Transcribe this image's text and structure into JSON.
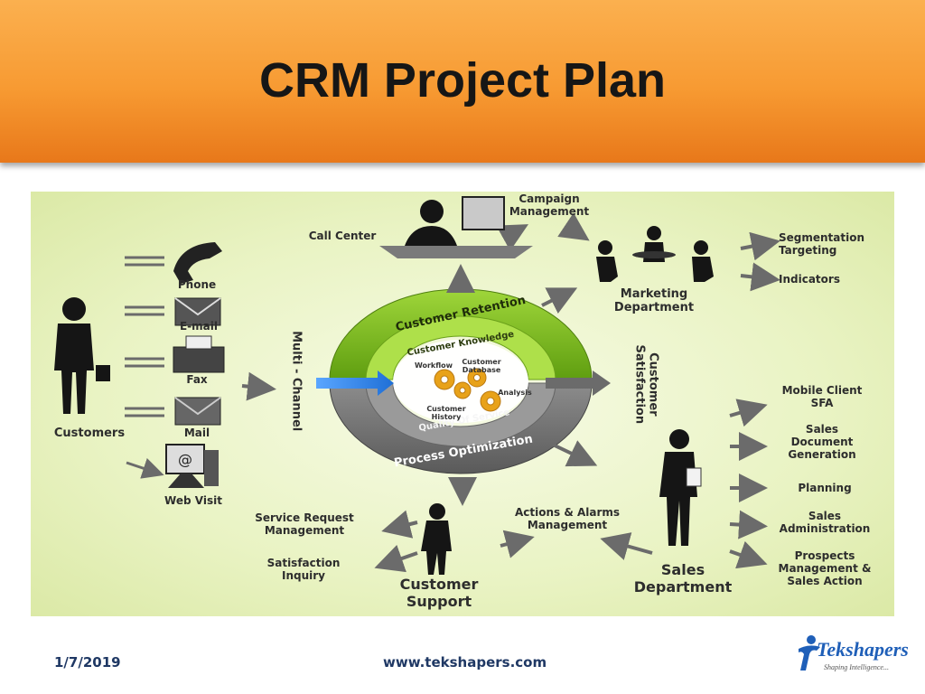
{
  "title": "CRM Project Plan",
  "footer": {
    "date": "1/7/2019",
    "url": "www.tekshapers.com",
    "logo_text": "Tekshapers",
    "logo_tagline": "Shaping Intelligence..."
  },
  "diagram": {
    "channels": {
      "phone": "Phone",
      "email": "E-mail",
      "fax": "Fax",
      "mail": "Mail",
      "web_visit": "Web Visit"
    },
    "customers": "Customers",
    "multi_channel": "Multi - Channel",
    "call_center": "Call Center",
    "campaign_management": [
      "Campaign",
      "Management"
    ],
    "marketing_department": [
      "Marketing",
      "Department"
    ],
    "marketing_outputs": {
      "segmentation": [
        "Segmentation",
        "Targeting"
      ],
      "indicators": "Indicators"
    },
    "center": {
      "customer_retention": "Customer Retention",
      "customer_knowledge": "Customer Knowledge",
      "quality_of_service": "Quality Of Service",
      "process_optimization": "Process Optimization",
      "workflow": "Workflow",
      "customer_database": [
        "Customer",
        "Database"
      ],
      "analysis": "Analysis",
      "customer_history": [
        "Customer",
        "History"
      ]
    },
    "customer_satisfaction": [
      "Customer",
      "Satisfaction"
    ],
    "sales_items": {
      "mobile_client": [
        "Mobile Client",
        "SFA"
      ],
      "sales_document": [
        "Sales",
        "Document",
        "Generation"
      ],
      "planning": "Planning",
      "sales_admin": [
        "Sales",
        "Administration"
      ],
      "prospects": [
        "Prospects",
        "Management &",
        "Sales Action"
      ]
    },
    "sales_department": [
      "Sales",
      "Department"
    ],
    "customer_support": [
      "Customer",
      "Support"
    ],
    "service_request": [
      "Service Request",
      "Management"
    ],
    "satisfaction_inquiry": [
      "Satisfaction",
      "Inquiry"
    ],
    "actions_alarms": [
      "Actions & Alarms",
      "Management"
    ]
  },
  "colors": {
    "banner": "#f79a32",
    "panel": "#e9f3c3",
    "green_ring": "#7cbf1e",
    "gray_ring": "#7a7a7a",
    "arrow_gray": "#6b6b6b",
    "blue_arrow": "#1f6fd6",
    "gear": "#e8a21a",
    "footer_text": "#1f3864"
  }
}
